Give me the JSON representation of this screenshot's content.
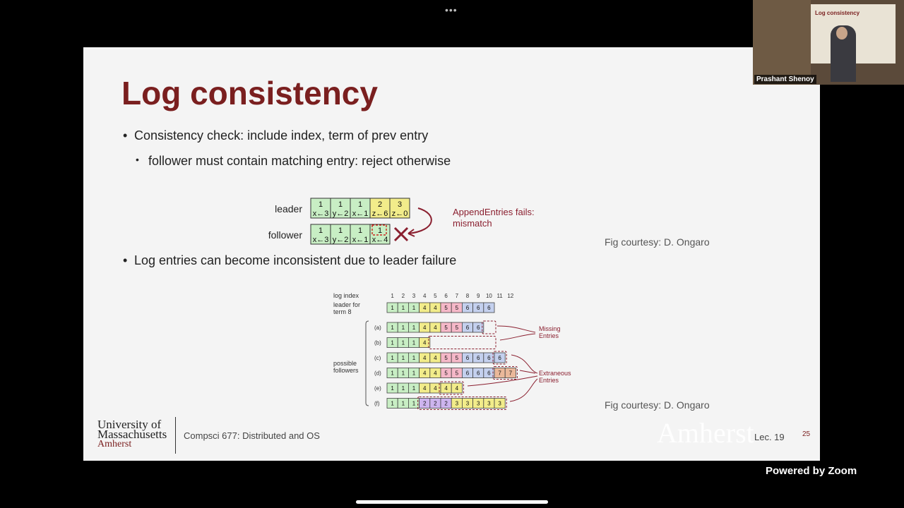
{
  "window": {
    "more_dots": "•••"
  },
  "slide": {
    "title": "Log consistency",
    "bullets": [
      {
        "text": "Consistency check: include index, term of prev entry",
        "sub": [
          "follower must contain matching entry: reject otherwise"
        ]
      },
      {
        "text": "Log entries can become inconsistent due to leader failure",
        "sub": []
      }
    ],
    "bullet_glyph": "•",
    "fig1": {
      "leader_label": "leader",
      "follower_label": "follower",
      "leader_entries": [
        {
          "term": "1",
          "cmd": "x←3"
        },
        {
          "term": "1",
          "cmd": "y←2"
        },
        {
          "term": "1",
          "cmd": "x←1"
        },
        {
          "term": "2",
          "cmd": "z←6"
        },
        {
          "term": "3",
          "cmd": "z←0"
        }
      ],
      "follower_entries": [
        {
          "term": "1",
          "cmd": "x←3"
        },
        {
          "term": "1",
          "cmd": "y←2"
        },
        {
          "term": "1",
          "cmd": "x←1"
        },
        {
          "term": "1",
          "cmd": "x←4"
        }
      ],
      "fail_text_1": "AppendEntries fails:",
      "fail_text_2": "mismatch",
      "credit": "Fig courtesy: D. Ongaro"
    },
    "fig2": {
      "log_index_label": "log index",
      "indices": [
        "1",
        "2",
        "3",
        "4",
        "5",
        "6",
        "7",
        "8",
        "9",
        "10",
        "11",
        "12"
      ],
      "leader_label_1": "leader for",
      "leader_label_2": "term 8",
      "leader_log": [
        "1",
        "1",
        "1",
        "4",
        "4",
        "5",
        "5",
        "6",
        "6",
        "6"
      ],
      "possible_1": "possible",
      "possible_2": "followers",
      "followers": [
        {
          "label": "(a)",
          "log": [
            "1",
            "1",
            "1",
            "4",
            "4",
            "5",
            "5",
            "6",
            "6"
          ]
        },
        {
          "label": "(b)",
          "log": [
            "1",
            "1",
            "1",
            "4"
          ]
        },
        {
          "label": "(c)",
          "log": [
            "1",
            "1",
            "1",
            "4",
            "4",
            "5",
            "5",
            "6",
            "6",
            "6",
            "6"
          ]
        },
        {
          "label": "(d)",
          "log": [
            "1",
            "1",
            "1",
            "4",
            "4",
            "5",
            "5",
            "6",
            "6",
            "6",
            "7",
            "7"
          ]
        },
        {
          "label": "(e)",
          "log": [
            "1",
            "1",
            "1",
            "4",
            "4",
            "4",
            "4"
          ]
        },
        {
          "label": "(f)",
          "log": [
            "1",
            "1",
            "1",
            "2",
            "2",
            "2",
            "3",
            "3",
            "3",
            "3",
            "3"
          ]
        }
      ],
      "missing_1": "Missing",
      "missing_2": "Entries",
      "extraneous_1": "Extraneous",
      "extraneous_2": "Entries",
      "credit": "Fig courtesy: D. Ongaro"
    },
    "footer": {
      "logo_line1": "University of",
      "logo_line2": "Massachusetts",
      "logo_line3": "Amherst",
      "course": "Compsci 677: Distributed and OS",
      "lecture": "Lec. 19",
      "page_number": "25"
    },
    "term_colors": {
      "1": "#c8eec4",
      "2": "#f2ec8a",
      "3": "#f2ec8a",
      "4": "#f2ec8a",
      "5": "#f5b8c8",
      "6": "#c4d0ee",
      "7": "#eab89a"
    },
    "f_term2_color": "#cdb4ee",
    "accent": "#7a1f1f"
  },
  "zoom": {
    "participant_name": "Prashant Shenoy",
    "video_slide_title": "Log consistency",
    "powered_by": "Powered by Zoom",
    "watermark": "Amherst"
  }
}
